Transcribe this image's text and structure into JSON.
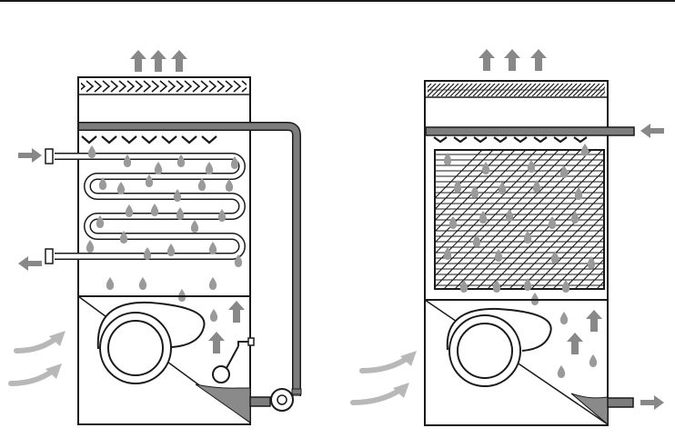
{
  "figure": {
    "panels": [
      {
        "id": "closed-circuit-cooling-tower",
        "components": [
          "exhaust-arrows",
          "drift-eliminator",
          "spray-header",
          "water-drops",
          "process-coil",
          "process-fluid-in-arrow",
          "process-fluid-out-arrow",
          "air-inlet-arrows",
          "centrifugal-fan",
          "float-valve",
          "sump-basin",
          "recirculation-pump",
          "recirculation-pipe"
        ]
      },
      {
        "id": "open-circuit-cooling-tower",
        "components": [
          "exhaust-arrows",
          "drift-eliminator",
          "spray-header",
          "hot-water-in-arrow",
          "water-drops",
          "fill-media",
          "air-inlet-arrows",
          "centrifugal-fan",
          "sump-basin",
          "cold-water-out-arrow"
        ]
      }
    ]
  },
  "colors": {
    "outline": "#1a1a1a",
    "arrow": "#888888",
    "drop": "#9a9a9a",
    "pipe": "#7d7d7d",
    "air": "#b8b8b8",
    "water": "#8a8a8a",
    "fill": "#f4f4f4"
  },
  "icons": {
    "up-arrow": "exhaust-air-arrow-icon",
    "side-arrow": "fluid-flow-arrow-icon",
    "drop": "water-drop-icon",
    "curved-arrow": "air-inlet-arrow-icon"
  }
}
